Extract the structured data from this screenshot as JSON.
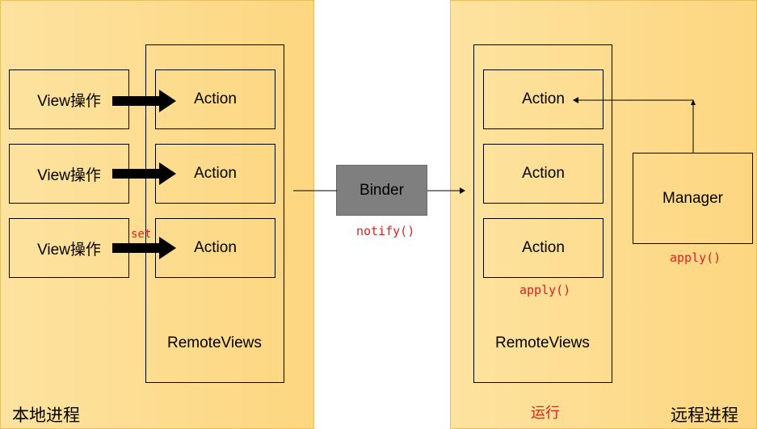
{
  "local_process": {
    "title": "本地进程",
    "view_ops": [
      "View操作",
      "View操作",
      "View操作"
    ],
    "actions": [
      "Action",
      "Action",
      "Action"
    ],
    "remote_views": "RemoteViews",
    "set_label": "set"
  },
  "binder": {
    "label": "Binder",
    "call": "notify()"
  },
  "remote_process": {
    "title": "远程进程",
    "actions": [
      "Action",
      "Action",
      "Action"
    ],
    "remote_views": "RemoteViews",
    "apply_label": "apply()",
    "run_label": "运行",
    "manager": "Manager",
    "manager_call": "apply()"
  },
  "colors": {
    "panel": "#fdd680",
    "binder": "#7f7f7f",
    "accent_text": "#e02020"
  }
}
